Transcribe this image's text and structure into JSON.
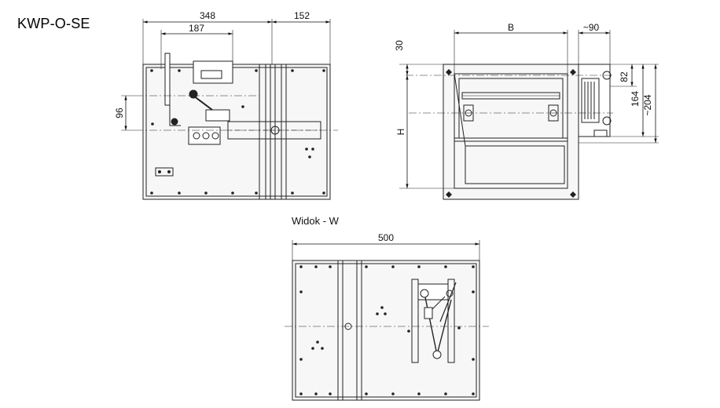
{
  "title": "KWP-O-SE",
  "view_caption": "Widok - W",
  "dimensions": {
    "d348": "348",
    "d187": "187",
    "d152": "152",
    "d96": "96",
    "d30": "30",
    "dB": "B",
    "d90": "~90",
    "dH": "H",
    "d82": "82",
    "d164": "164",
    "d204": "~204",
    "d500": "500"
  },
  "colors": {
    "line": "#222222",
    "thin": "#444444",
    "panel_fill": "#f4f4f4",
    "dark": "#111111"
  }
}
